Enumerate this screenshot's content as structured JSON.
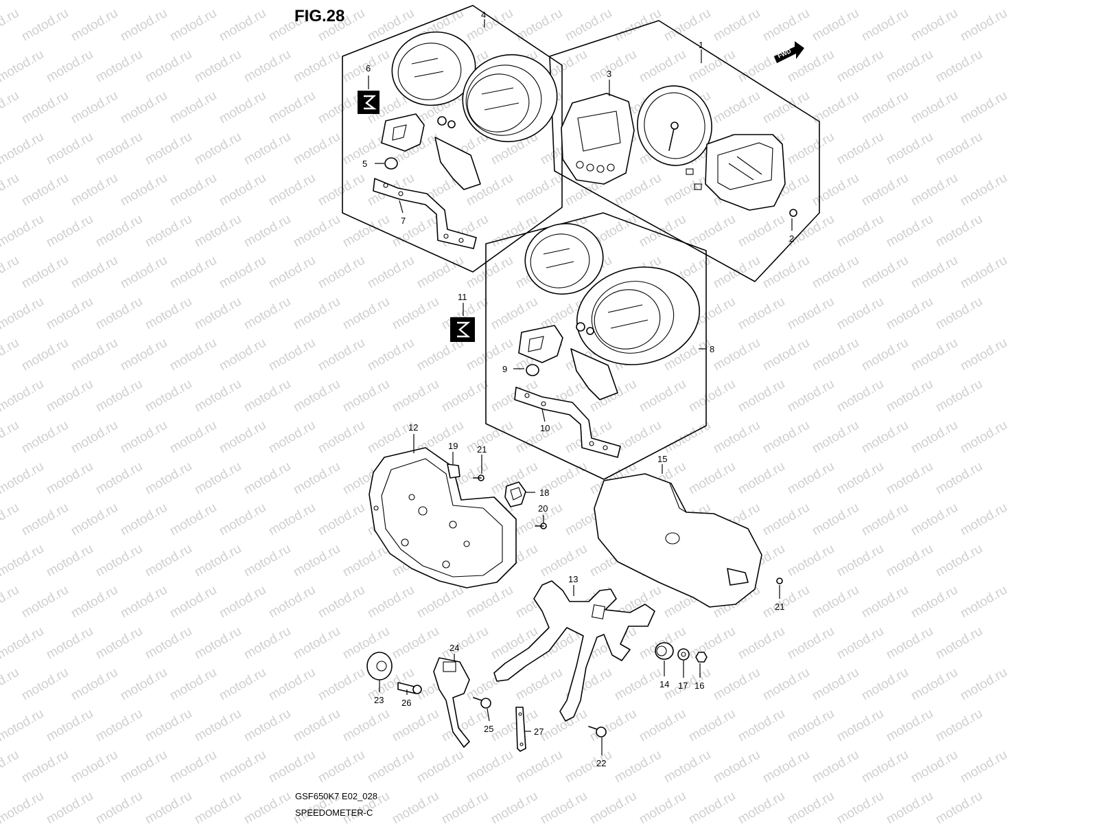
{
  "figure_title": "FIG.28",
  "model_code": "GSF650K7 E02_028",
  "section_name": "SPEEDOMETER-C",
  "watermark_text": "motod.ru",
  "fwd_label": "FWD",
  "callouts": {
    "c1": "1",
    "c2": "2",
    "c3": "3",
    "c4": "4",
    "c5": "5",
    "c6": "6",
    "c7": "7",
    "c8": "8",
    "c9": "9",
    "c10": "10",
    "c11": "11",
    "c12": "12",
    "c13": "13",
    "c14": "14",
    "c15": "15",
    "c16": "16",
    "c17": "17",
    "c18": "18",
    "c19": "19",
    "c20": "20",
    "c21a": "21",
    "c21b": "21",
    "c22": "22",
    "c23": "23",
    "c24": "24",
    "c25": "25",
    "c26": "26",
    "c27": "27"
  }
}
